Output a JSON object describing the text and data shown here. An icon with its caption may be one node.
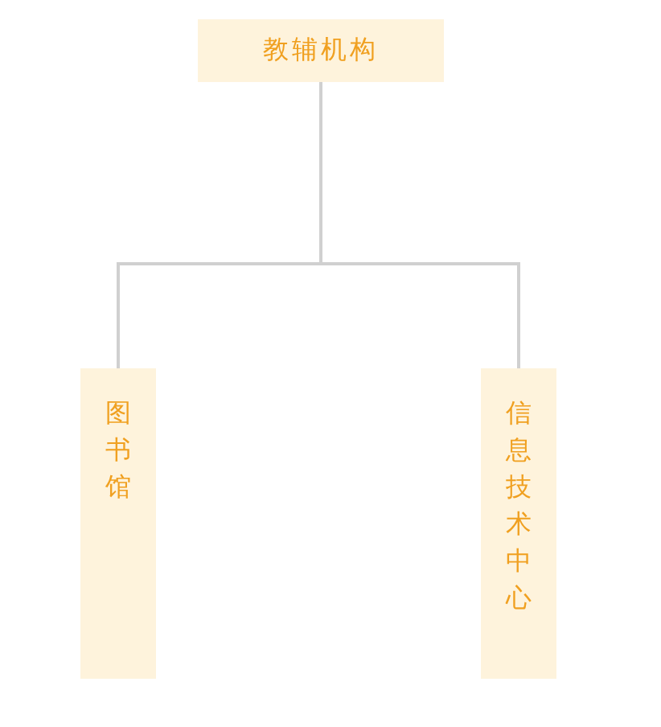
{
  "diagram": {
    "nodes": [
      {
        "text": [
          "教辅机构"
        ]
      },
      {
        "text": [
          "图书馆"
        ]
      },
      {
        "text": [
          "信息技术中心"
        ]
      }
    ],
    "edges": [
      {
        "from": 0,
        "to": 1,
        "arrow": "none"
      },
      {
        "from": 0,
        "to": 2,
        "arrow": "none"
      }
    ]
  }
}
